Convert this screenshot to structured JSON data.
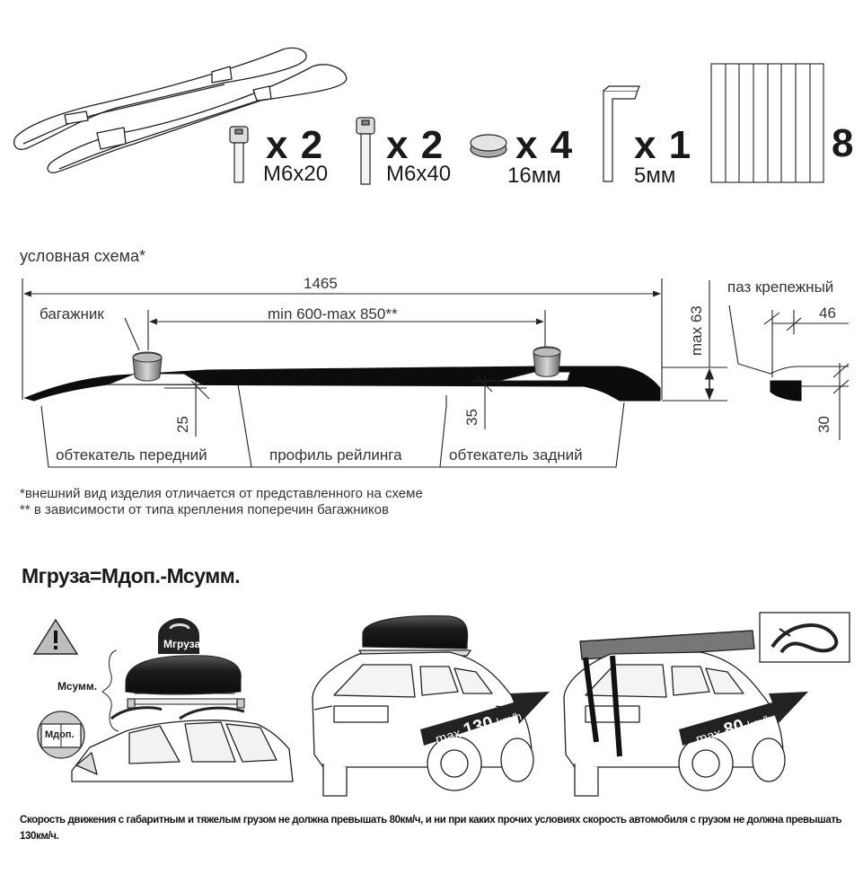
{
  "kit": {
    "bolt_small": {
      "qty": "x 2",
      "size": "M6x20"
    },
    "bolt_long": {
      "qty": "x 2",
      "size": "M6x40"
    },
    "plug": {
      "qty": "x 4",
      "size": "16мм"
    },
    "hex_key": {
      "qty": "x 1",
      "size": "5мм"
    },
    "pads": {
      "qty": "8"
    }
  },
  "schema": {
    "title": "условная схема*",
    "overall_length": "1465",
    "crossbar_spacing": "min 600-max 850**",
    "max_height": "max 63",
    "fixing_slot": "паз крепежный",
    "slot_offset": "46",
    "slot_height": "30",
    "front_height": "25",
    "rear_height": "35",
    "crossbar_label": "багажник",
    "front_fairing": "обтекатель передний",
    "rail_profile": "профиль рейлинга",
    "rear_fairing": "обтекатель задний",
    "footnote_1": "*внешний вид изделия отличается от представленного на схеме",
    "footnote_2": "** в зависимости от типа крепления поперечин багажников"
  },
  "load": {
    "formula": "Мгруза=Мдоп.-Мсумм.",
    "cargo_label": "Мгруза",
    "total_label": "Мсумм.",
    "allowed_label": "Мдоп.",
    "speed_box_prefix": "max",
    "speed_box_value": "130",
    "speed_box_unit": "km/h",
    "speed_cargo_prefix": "max",
    "speed_cargo_value": "80",
    "speed_cargo_unit": "km/h",
    "warning_text": "Скорость движения с габаритным и тяжелым грузом не должна превышать 80км/ч, и ни при каких прочих условиях скорость автомобиля с грузом не должна превышать 130км/ч."
  }
}
